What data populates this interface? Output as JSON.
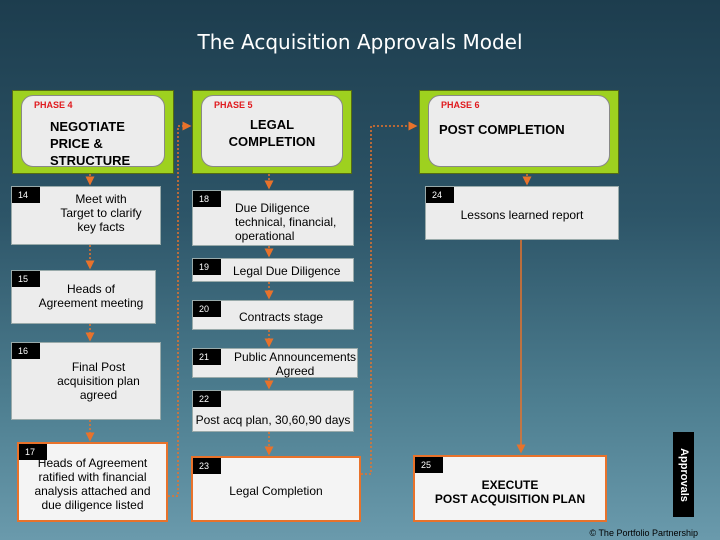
{
  "title": "The Acquisition Approvals Model",
  "phases": [
    {
      "label": "PHASE 4",
      "name": [
        "NEGOTIATE",
        "PRICE &",
        "STRUCTURE"
      ]
    },
    {
      "label": "PHASE 5",
      "name": [
        "LEGAL",
        "COMPLETION"
      ]
    },
    {
      "label": "PHASE 6",
      "name": [
        "POST COMPLETION"
      ]
    }
  ],
  "steps": [
    {
      "num": "14",
      "lines": [
        "Meet with",
        "Target to clarify",
        "key facts"
      ]
    },
    {
      "num": "15",
      "lines": [
        "Heads of",
        "Agreement meeting"
      ]
    },
    {
      "num": "16",
      "lines": [
        "Final Post",
        "acquisition plan",
        "agreed"
      ]
    },
    {
      "num": "17",
      "lines": [
        "Heads of Agreement",
        "ratified with financial",
        "analysis attached and",
        "due diligence listed"
      ]
    },
    {
      "num": "18",
      "lines": [
        "Due Diligence",
        "technical, financial,",
        "operational"
      ]
    },
    {
      "num": "19",
      "lines": [
        "Legal Due Diligence"
      ]
    },
    {
      "num": "20",
      "lines": [
        "Contracts stage"
      ]
    },
    {
      "num": "21",
      "lines": [
        "Public Announcements",
        "Agreed"
      ]
    },
    {
      "num": "22",
      "lines": [
        "Post acq plan, 30,60,90 days"
      ]
    },
    {
      "num": "23",
      "lines": [
        "Legal Completion"
      ]
    },
    {
      "num": "24",
      "lines": [
        "Lessons learned report"
      ]
    },
    {
      "num": "25",
      "lines": [
        "EXECUTE",
        "POST ACQUISITION PLAN"
      ]
    }
  ],
  "side_tag": "Approvals",
  "copyright": "©  The Portfolio Partnership",
  "colors": {
    "phase_green": "#9ed11f",
    "arrow_orange": "#e8722b",
    "phase_label_red": "#e0191d"
  }
}
